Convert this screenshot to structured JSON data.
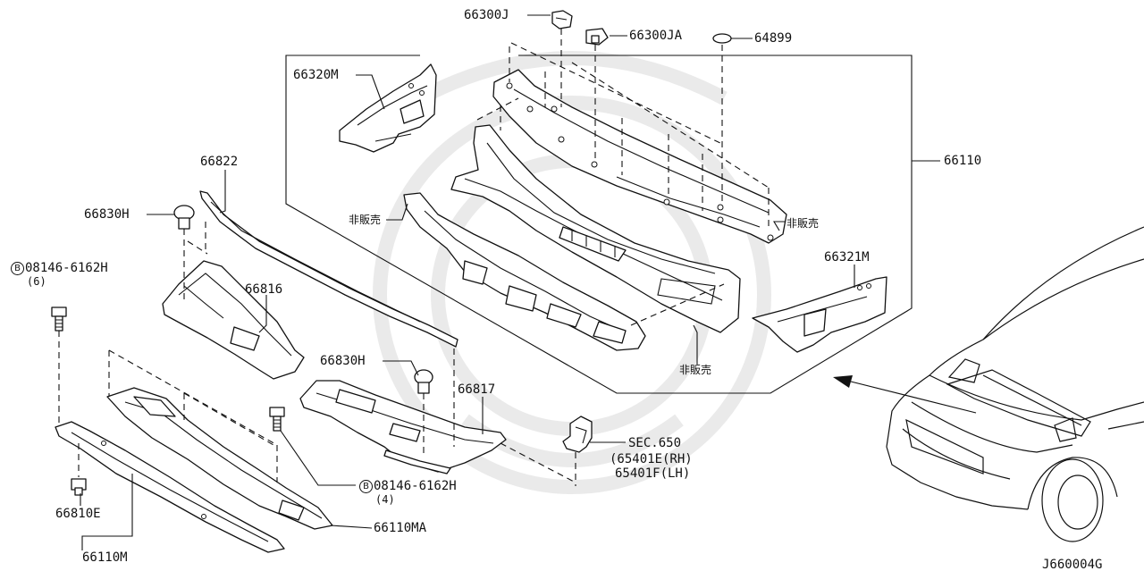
{
  "labels": {
    "p66300J": "66300J",
    "p66300JA": "66300JA",
    "p64899": "64899",
    "p66320M": "66320M",
    "p66110": "66110",
    "p66822": "66822",
    "p66830H_1": "66830H",
    "p66830H_2": "66830H",
    "bolt_letter_1": "B",
    "bolt_code_1": "08146-6162H",
    "bolt_qty_1": "(6)",
    "bolt_letter_2": "B",
    "bolt_code_2": "08146-6162H",
    "bolt_qty_2": "(4)",
    "p66816": "66816",
    "p66817": "66817",
    "p66321M": "66321M",
    "not_for_sale_1": "非販売",
    "not_for_sale_2": "非販売",
    "not_for_sale_3": "非販売",
    "sec650": "SEC.650",
    "p65401E": "(65401E(RH)",
    "p65401F": "65401F(LH)",
    "p66810E": "66810E",
    "p66110MA": "66110MA",
    "p66110M": "66110M",
    "diagram_id": "J660004G"
  }
}
